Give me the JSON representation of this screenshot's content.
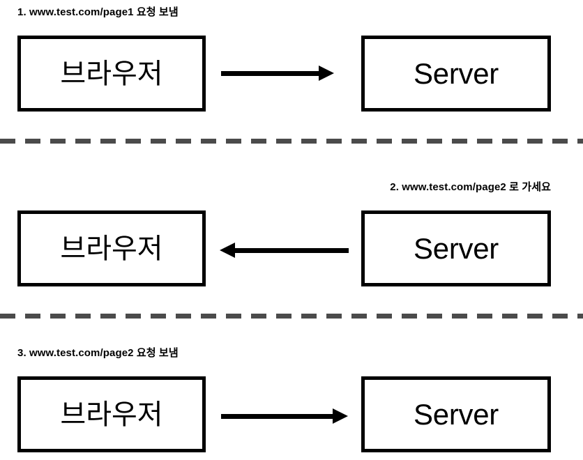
{
  "diagram": {
    "title": "HTTP redirect sequence diagram",
    "background_color": "#ffffff",
    "line_color": "#000000",
    "separator_color": "#4b4b4b",
    "steps": [
      {
        "number": "1",
        "label": "1. www.test.com/page1 요청 보냄",
        "label_align": "left",
        "from": "브라우저",
        "to": "Server",
        "direction": "right",
        "left_node": "브라우저",
        "right_node": "Server"
      },
      {
        "number": "2",
        "label": "2. www.test.com/page2 로 가세요",
        "label_align": "right",
        "from": "Server",
        "to": "브라우저",
        "direction": "left",
        "left_node": "브라우저",
        "right_node": "Server"
      },
      {
        "number": "3",
        "label": "3. www.test.com/page2 요청 보냄",
        "label_align": "left",
        "from": "브라우저",
        "to": "Server",
        "direction": "right",
        "left_node": "브라우저",
        "right_node": "Server"
      }
    ]
  }
}
